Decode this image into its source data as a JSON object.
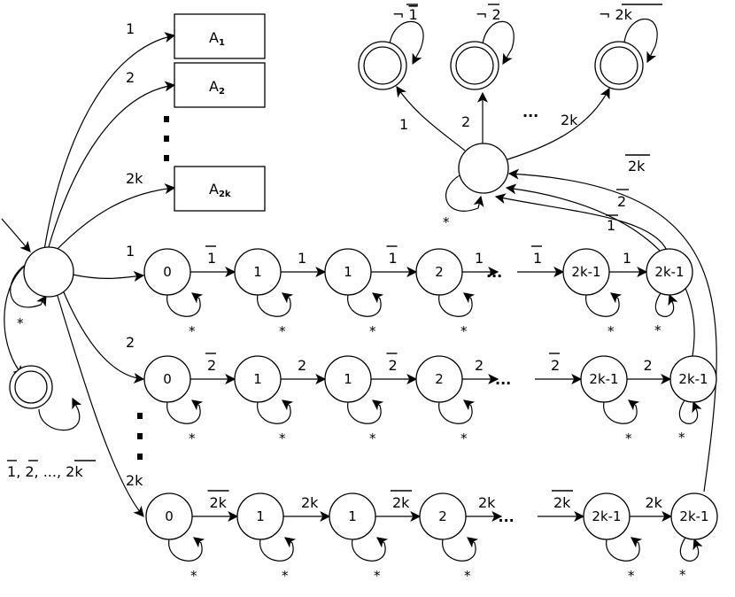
{
  "boxes": {
    "a1": {
      "base": "A",
      "sub": "1"
    },
    "a2": {
      "base": "A",
      "sub": "2"
    },
    "a2k": {
      "base": "A",
      "sub": "2k"
    }
  },
  "box_edge_labels": {
    "e1": "1",
    "e2": "2",
    "e2k": "2k"
  },
  "negated_states": {
    "n1": {
      "neg": "¬",
      "sym": "1"
    },
    "n2": {
      "neg": "¬",
      "sym": "2"
    },
    "n2k": {
      "neg": "¬",
      "sym": "2k"
    }
  },
  "hub_edge_labels": {
    "to_n1": "1",
    "to_n2": "2",
    "to_n2k": "2k",
    "hub_loop": "*"
  },
  "return_labels": {
    "r1": "1",
    "r2": "2",
    "r2k": "2k"
  },
  "ellipsis": "...",
  "start": {
    "loop_label": "*",
    "accept_label": {
      "a": "1",
      "b": "2",
      "dots": "...",
      "c": "2k"
    }
  },
  "rows": [
    {
      "entry": "1",
      "states": [
        "0",
        "1",
        "1",
        "2",
        "2k-1",
        "2k-1"
      ],
      "edges": [
        {
          "t": "1",
          "bar": true
        },
        {
          "t": "1",
          "bar": false
        },
        {
          "t": "1",
          "bar": true
        },
        {
          "t": "1",
          "bar": false
        },
        {
          "t": "1",
          "bar": true
        },
        {
          "t": "1",
          "bar": false
        }
      ],
      "loop": "*"
    },
    {
      "entry": "2",
      "states": [
        "0",
        "1",
        "1",
        "2",
        "2k-1",
        "2k-1"
      ],
      "edges": [
        {
          "t": "2",
          "bar": true
        },
        {
          "t": "2",
          "bar": false
        },
        {
          "t": "2",
          "bar": true
        },
        {
          "t": "2",
          "bar": false
        },
        {
          "t": "2",
          "bar": true
        },
        {
          "t": "2",
          "bar": false
        }
      ],
      "loop": "*"
    },
    {
      "entry": "2k",
      "states": [
        "0",
        "1",
        "1",
        "2",
        "2k-1",
        "2k-1"
      ],
      "edges": [
        {
          "t": "2k",
          "bar": true
        },
        {
          "t": "2k",
          "bar": false
        },
        {
          "t": "2k",
          "bar": true
        },
        {
          "t": "2k",
          "bar": false
        },
        {
          "t": "2k",
          "bar": true
        },
        {
          "t": "2k",
          "bar": false
        }
      ],
      "loop": "*"
    }
  ]
}
